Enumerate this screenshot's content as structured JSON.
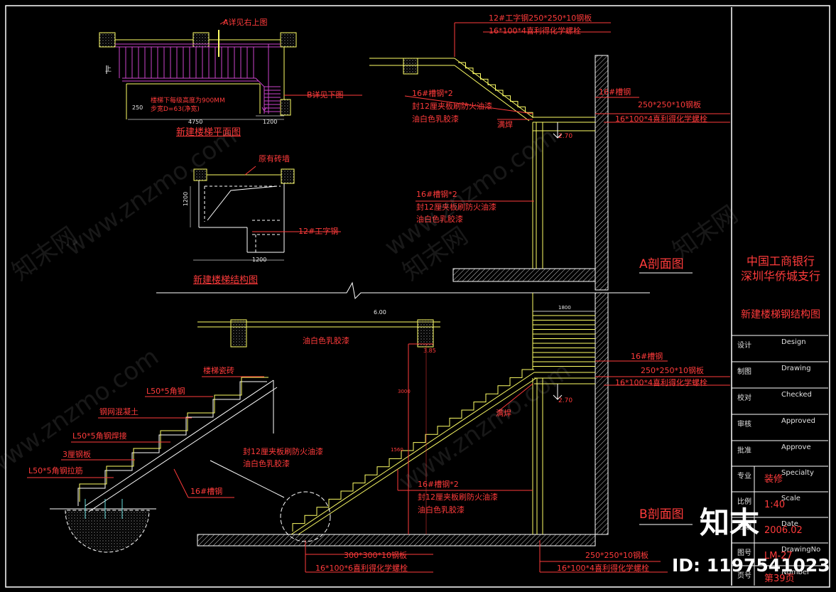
{
  "plan": {
    "title": "新建楼梯平面图",
    "callout_a": "A详见右上图",
    "callout_b": "B详见下图",
    "note1": "楼梯下每级高度为900MM",
    "note2": "步宽D=63(净宽)",
    "dim_total": "4750",
    "dim_side": "1200",
    "dim_left": "250",
    "dim_up": "上"
  },
  "struct": {
    "title": "新建楼梯结构图",
    "existing_wall": "原有砖墙",
    "beam": "12#工字钢",
    "dim_h": "1200",
    "dim_w": "1200"
  },
  "section_a": {
    "title": "A剖面图",
    "top_beam": "12#工字钢250*250*10钢板",
    "top_bolt": "16*100*4喜利得化学螺栓",
    "channel2": "16#槽钢*2",
    "board": "封12厘夹板刷防火油漆",
    "paint": "油白色乳胶漆",
    "weld": "满焊",
    "channel": "16#槽钢",
    "plate": "250*250*10钢板",
    "bolt": "16*100*4喜利得化学螺栓",
    "elev": "2.70",
    "channel2b": "16#槽钢*2",
    "board2": "封12厘夹板刷防火油漆",
    "paint2": "油白色乳胶漆"
  },
  "section_b": {
    "title": "B剖面图",
    "elev_top": "6.00",
    "elev_mid": "3.85",
    "dim_top": "1800",
    "paint_top": "油白色乳胶漆",
    "channel": "16#槽钢",
    "plate": "250*250*10钢板",
    "bolt": "16*100*4喜利得化学螺栓",
    "elev": "2.70",
    "weld": "满焊",
    "channel2": "16#槽钢*2",
    "board": "封12厘夹板刷防火油漆",
    "paint": "油白色乳胶漆",
    "base_plate": "300*300*10钢板",
    "base_bolt": "16*100*6喜利得化学螺栓",
    "base_plate2": "250*250*10钢板",
    "base_bolt2": "16*100*4喜利得化学螺栓",
    "dim_v": "3000",
    "dim_s": "1560"
  },
  "detail": {
    "tile": "楼梯瓷砖",
    "angle1": "L50*5角钢",
    "concrete": "钢网混凝土",
    "angle_weld": "L50*5角钢焊接",
    "plate3": "3厘钢板",
    "angle_tie": "L50*5角钢拉筋",
    "board": "封12厘夹板刷防火油漆",
    "paint": "油白色乳胶漆",
    "channel": "16#槽钢"
  },
  "titleblock": {
    "company1": "中国工商银行",
    "company2": "深圳华侨城支行",
    "drawing_title": "新建楼梯钢结构图",
    "rows": [
      {
        "cn": "设计",
        "en": "Design",
        "val": ""
      },
      {
        "cn": "制图",
        "en": "Drawing",
        "val": ""
      },
      {
        "cn": "校对",
        "en": "Checked",
        "val": ""
      },
      {
        "cn": "审核",
        "en": "Approved",
        "val": ""
      },
      {
        "cn": "批准",
        "en": "Approve",
        "val": ""
      },
      {
        "cn": "专业",
        "en": "Specialty",
        "val": "装修"
      },
      {
        "cn": "比例",
        "en": "Scale",
        "val": "1:40"
      },
      {
        "cn": "日期",
        "en": "Date",
        "val": "2006.02"
      },
      {
        "cn": "图号",
        "en": "DrawingNo",
        "val": "LM-27"
      },
      {
        "cn": "页号",
        "en": "Number",
        "val": "第39页"
      }
    ]
  },
  "watermark": {
    "site": "www.znzmo.com",
    "brand": "知末网",
    "logo": "知末",
    "id": "ID: 1197541023"
  },
  "colors": {
    "line": "#ffff66",
    "text": "#ff3b3b",
    "white": "#e8e8e8",
    "magenta": "#cc44cc"
  }
}
